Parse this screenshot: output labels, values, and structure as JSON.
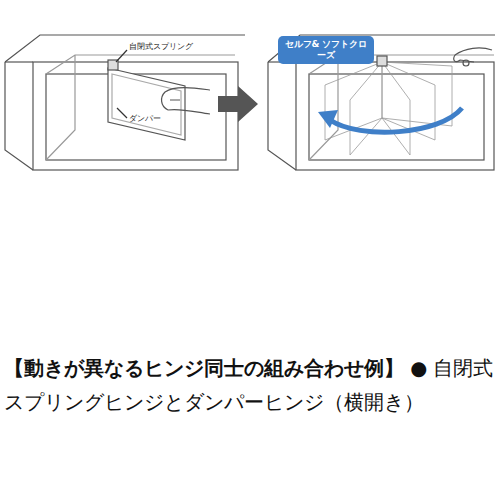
{
  "diagram": {
    "nodes": [
      {
        "text": [
          "セルフ& ソフトクローズ"
        ]
      }
    ],
    "labels": [
      "自閉式スプリング",
      "ダンパー",
      "【動きが異なるヒンジ同士の組み合わせ例】",
      "●",
      "自閉式スプリングヒンジとダンパーヒンジ（横開き）"
    ]
  }
}
